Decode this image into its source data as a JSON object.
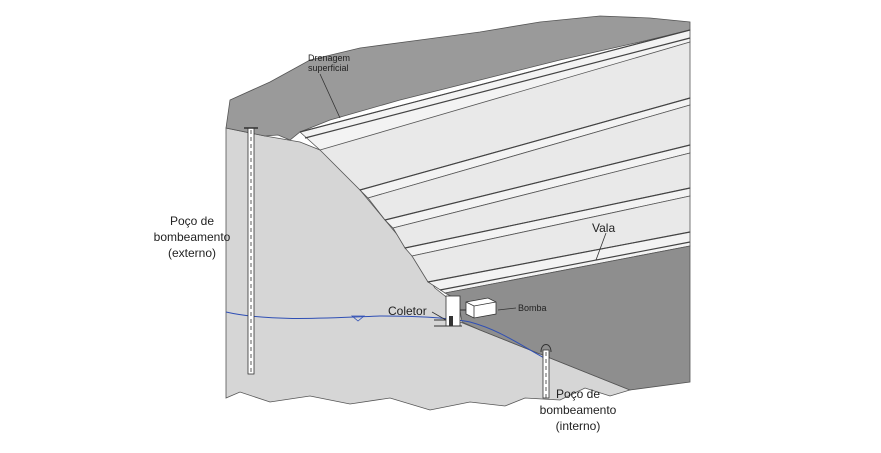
{
  "colors": {
    "ground_surface": "#9a9a9a",
    "cut_face": "#d6d6d6",
    "bench_top": "#f3f3f3",
    "pit_floor": "#8e8e8e",
    "water_table": "#2f4fb5",
    "outline": "#333333"
  },
  "labels": {
    "drenagem_line1": "Drenagem",
    "drenagem_line2": "superficial",
    "poco_externo_line1": "Poço de",
    "poco_externo_line2": "bombeamento",
    "poco_externo_line3": "(externo)",
    "vala": "Vala",
    "coletor": "Coletor",
    "bomba": "Bomba",
    "poco_interno_line1": "Poço de",
    "poco_interno_line2": "bombeamento",
    "poco_interno_line3": "(interno)"
  }
}
